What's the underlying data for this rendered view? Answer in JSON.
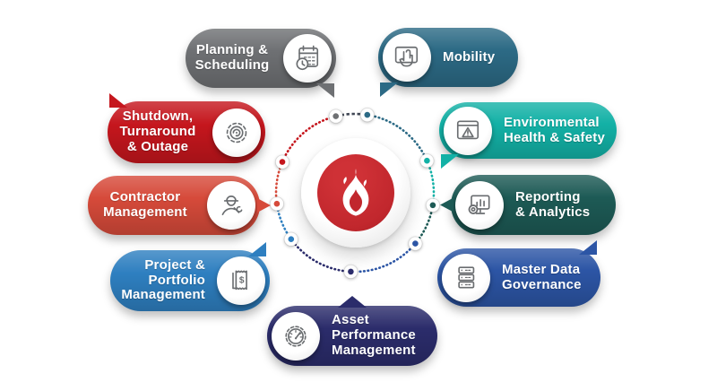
{
  "hub": {
    "icon": "flame-icon",
    "color": "#c1272d"
  },
  "modules": [
    {
      "id": "planning",
      "label": "Planning &\nScheduling",
      "color": "#6e7073",
      "icon": "calendar-clock-icon"
    },
    {
      "id": "mobility",
      "label": "Mobility",
      "color": "#2c6a85",
      "icon": "tap-screen-icon"
    },
    {
      "id": "shutdown",
      "label": "Shutdown,\nTurnaround\n& Outage",
      "color": "#c5161d",
      "icon": "gear-refresh-icon"
    },
    {
      "id": "ehs",
      "label": "Environmental\nHealth & Safety",
      "color": "#13b1a6",
      "icon": "window-warning-icon"
    },
    {
      "id": "contractor",
      "label": "Contractor\nManagement",
      "color": "#d64a3a",
      "icon": "worker-wrench-icon"
    },
    {
      "id": "reporting",
      "label": "Reporting\n& Analytics",
      "color": "#1d5a55",
      "icon": "monitor-chart-icon"
    },
    {
      "id": "ppm",
      "label": "Project &\nPortfolio\nManagement",
      "color": "#2e7fc0",
      "icon": "invoice-dollar-icon"
    },
    {
      "id": "mdg",
      "label": "Master Data\nGovernance",
      "color": "#2c55a5",
      "icon": "server-stack-icon"
    },
    {
      "id": "apm",
      "label": "Asset\nPerformance\nManagement",
      "color": "#2b2c6b",
      "icon": "gauge-gear-icon"
    }
  ]
}
